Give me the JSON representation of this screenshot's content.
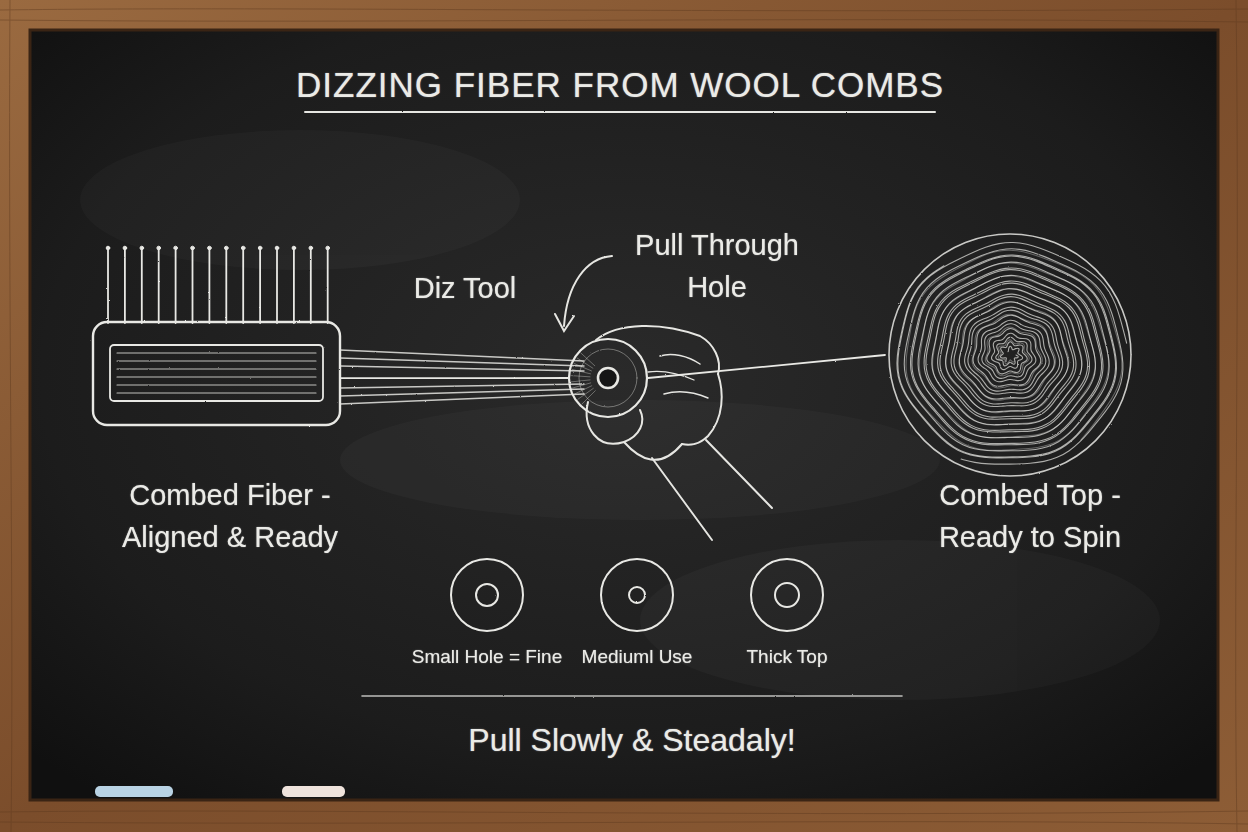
{
  "diagram": {
    "title": "DIZZING FIBER FROM WOOL COMBS",
    "caption": "Pull Slowly & Steadaly!",
    "nodes": [
      {
        "text": [
          "Combed Fiber - Aligned & Ready"
        ]
      },
      {
        "text": [
          "Diz Tool"
        ]
      },
      {
        "text": [
          "Combed Top - Ready to Spin"
        ]
      },
      {
        "text": [
          "Small Hole = Fine"
        ]
      },
      {
        "text": [
          "Mediuml Use"
        ]
      },
      {
        "text": [
          "Thick Top"
        ]
      }
    ],
    "edges": [
      {
        "from": 0,
        "to": 1,
        "arrow": "none"
      },
      {
        "from": 1,
        "to": 2,
        "arrow": "none"
      }
    ],
    "labels": [
      "Pull Through Hole"
    ]
  }
}
